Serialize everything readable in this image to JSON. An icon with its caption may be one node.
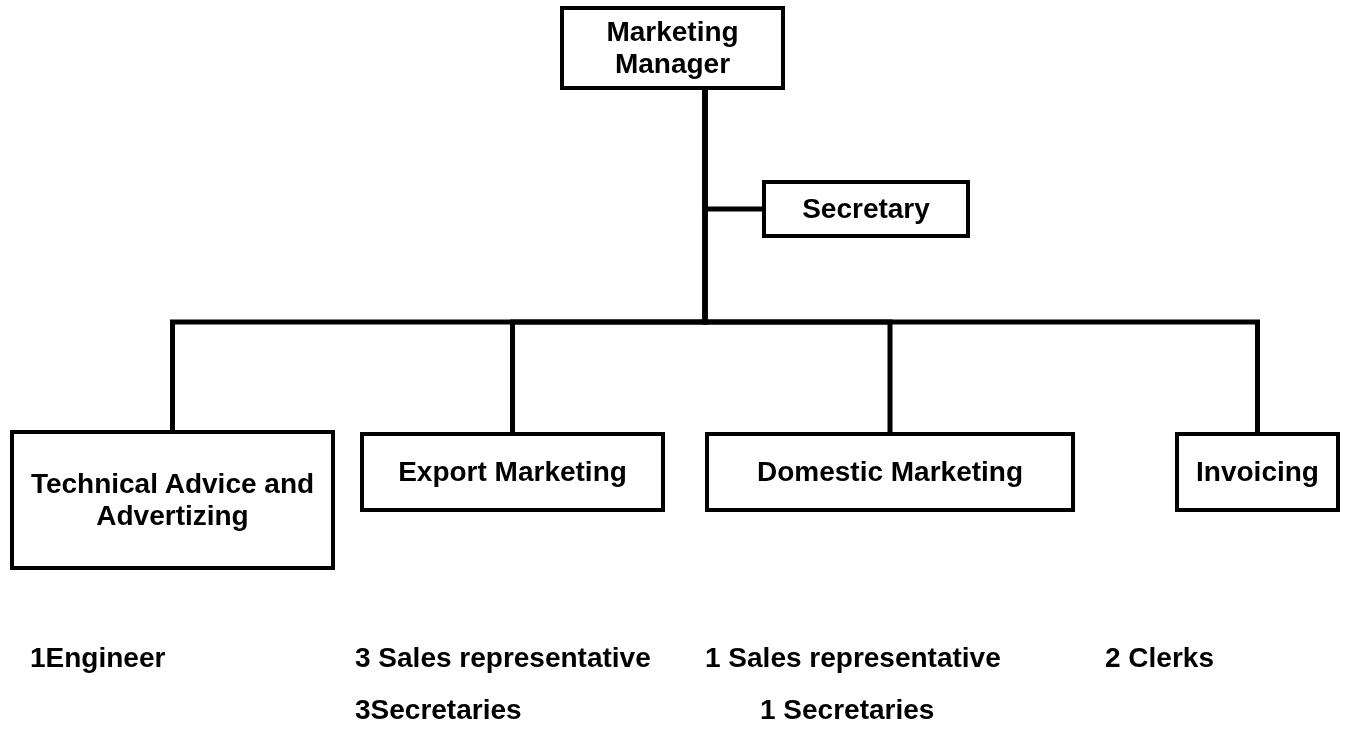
{
  "diagram": {
    "nodes": [
      {
        "text": [
          "Marketing Manager"
        ]
      },
      {
        "text": [
          "Secretary"
        ]
      },
      {
        "text": [
          "Technical Advice and Advertizing"
        ]
      },
      {
        "text": [
          "Export Marketing"
        ]
      },
      {
        "text": [
          "Domestic Marketing"
        ]
      },
      {
        "text": [
          "Invoicing"
        ]
      }
    ],
    "edges": [
      {
        "from": 0,
        "to": 1,
        "arrow": "none"
      },
      {
        "from": 0,
        "to": 2,
        "arrow": "none"
      },
      {
        "from": 0,
        "to": 3,
        "arrow": "none"
      },
      {
        "from": 0,
        "to": 4,
        "arrow": "none"
      },
      {
        "from": 0,
        "to": 5,
        "arrow": "none"
      }
    ],
    "labels": [
      "1Engineer",
      "3 Sales representative",
      "1 Sales representative",
      "2 Clerks",
      "3Secretaries",
      "1 Secretaries"
    ]
  }
}
